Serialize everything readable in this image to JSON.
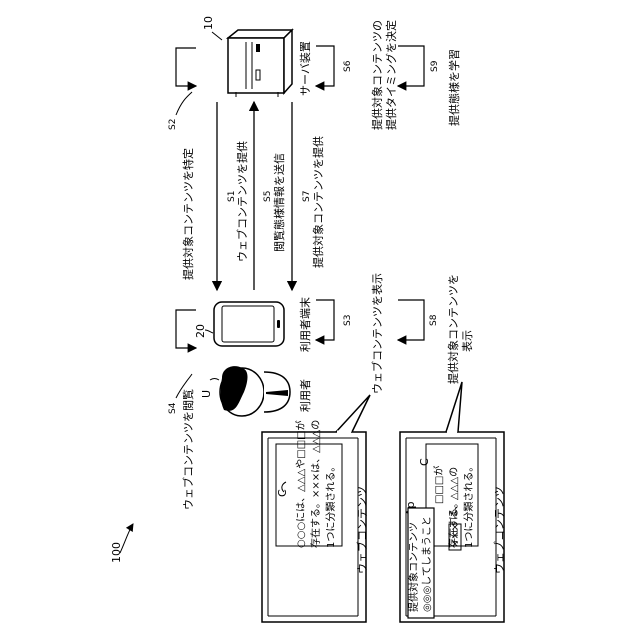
{
  "figure": {
    "ref_100": "100",
    "server": {
      "ref": "10",
      "label": "サーバ装置"
    },
    "terminal": {
      "ref": "20",
      "label": "利用者端末"
    },
    "user": {
      "ref": "U",
      "label": "利用者"
    },
    "steps": {
      "s1": {
        "code": "S1",
        "text": "ウェブコンテンツを提供"
      },
      "s2": {
        "code": "S2",
        "text": "提供対象コンテンツを特定"
      },
      "s3": {
        "code": "S3",
        "text": "ウェブコンテンツを表示"
      },
      "s4": {
        "code": "S4",
        "text": "ウェブコンテンツを閲覧"
      },
      "s5": {
        "code": "S5",
        "text": "閲覧態様情報を送信"
      },
      "s6": {
        "code": "S6",
        "line1": "提供対象コンテンツの",
        "line2": "提供タイミングを決定"
      },
      "s7": {
        "code": "S7",
        "text": "提供対象コンテンツを提供"
      },
      "s8": {
        "code": "S8",
        "line1": "提供対象コンテンツを",
        "line2": "表示"
      },
      "s9": {
        "code": "S9",
        "text": "提供態様を学習"
      }
    },
    "panel_top": {
      "title": "ウェブコンテンツ",
      "ref": "C",
      "line1": "○○○には、△△△や□□□が",
      "line2": "存在する。×××は、△△△の",
      "line3": "1つに分類される。"
    },
    "panel_bottom": {
      "title": "ウェブコンテンツ",
      "ref_c": "C",
      "ref_ap": "Ap",
      "popup_text": "提供対象コンテンツ",
      "line1_hidden": "◎◎◎してしまうこと",
      "line1_tail": "□□□が",
      "line2_head": "存在する。",
      "line2_box": "×××",
      "line2_tail": "は、△△△の",
      "line3": "1つに分類される。"
    }
  }
}
